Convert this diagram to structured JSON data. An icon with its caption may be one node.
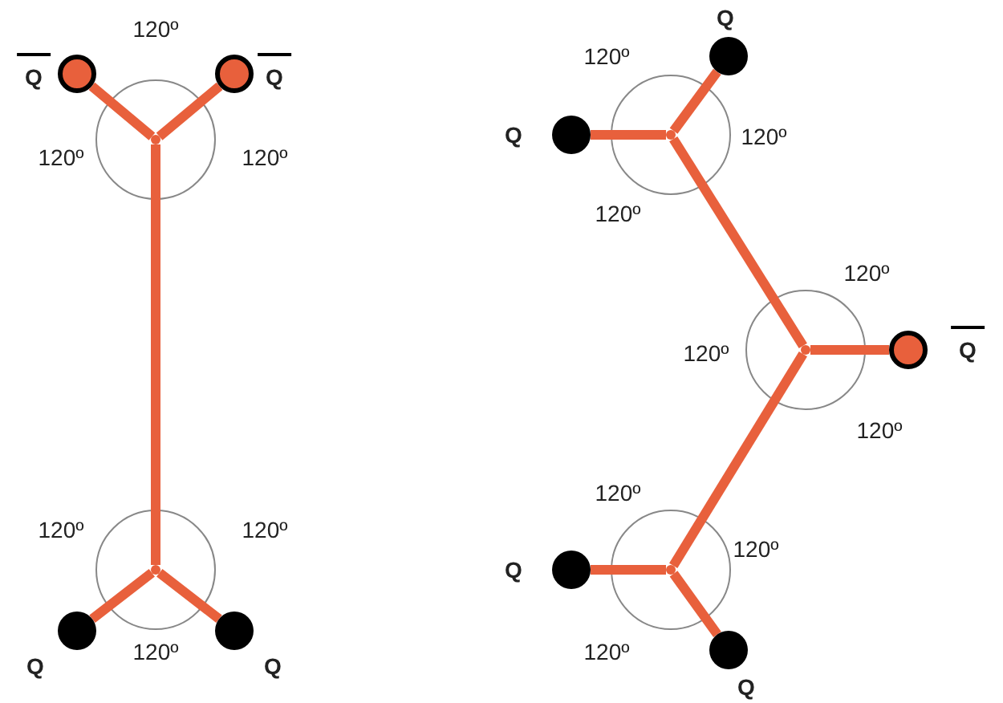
{
  "diagram": {
    "nodes": [
      {
        "text": [],
        "shape": "circle",
        "beside": [
          "Q"
        ]
      },
      {
        "text": [],
        "shape": "circle",
        "beside": [
          "Q"
        ]
      },
      {
        "text": [],
        "shape": "point"
      },
      {
        "text": [],
        "shape": "point"
      },
      {
        "text": [],
        "shape": "dot",
        "beside": [
          "Q"
        ]
      },
      {
        "text": [],
        "shape": "dot",
        "beside": [
          "Q"
        ]
      },
      {
        "text": [],
        "shape": "dot",
        "beside": [
          "Q"
        ]
      },
      {
        "text": [],
        "shape": "dot",
        "beside": [
          "Q"
        ]
      },
      {
        "text": [],
        "shape": "point"
      },
      {
        "text": [],
        "shape": "point"
      },
      {
        "text": [],
        "shape": "circle",
        "beside": [
          "Q"
        ]
      },
      {
        "text": [],
        "shape": "point"
      },
      {
        "text": [],
        "shape": "dot",
        "beside": [
          "Q"
        ]
      },
      {
        "text": [],
        "shape": "dot",
        "beside": [
          "Q"
        ]
      }
    ],
    "edges": [
      {
        "from": 0,
        "to": 2,
        "arrow": "none"
      },
      {
        "from": 1,
        "to": 2,
        "arrow": "none"
      },
      {
        "from": 2,
        "to": 3,
        "arrow": "none"
      },
      {
        "from": 3,
        "to": 4,
        "arrow": "none"
      },
      {
        "from": 3,
        "to": 5,
        "arrow": "none"
      },
      {
        "from": 6,
        "to": 8,
        "arrow": "none"
      },
      {
        "from": 7,
        "to": 8,
        "arrow": "none"
      },
      {
        "from": 8,
        "to": 9,
        "arrow": "none"
      },
      {
        "from": 9,
        "to": 10,
        "arrow": "none"
      },
      {
        "from": 9,
        "to": 11,
        "arrow": "none"
      },
      {
        "from": 11,
        "to": 12,
        "arrow": "none"
      },
      {
        "from": 11,
        "to": 13,
        "arrow": "none"
      }
    ],
    "labels": [
      "120º",
      "120º",
      "120º",
      "120º",
      "120º",
      "120º",
      "120º",
      "120º",
      "120º",
      "120º",
      "120º",
      "120º",
      "120º",
      "120º",
      "120º"
    ]
  }
}
